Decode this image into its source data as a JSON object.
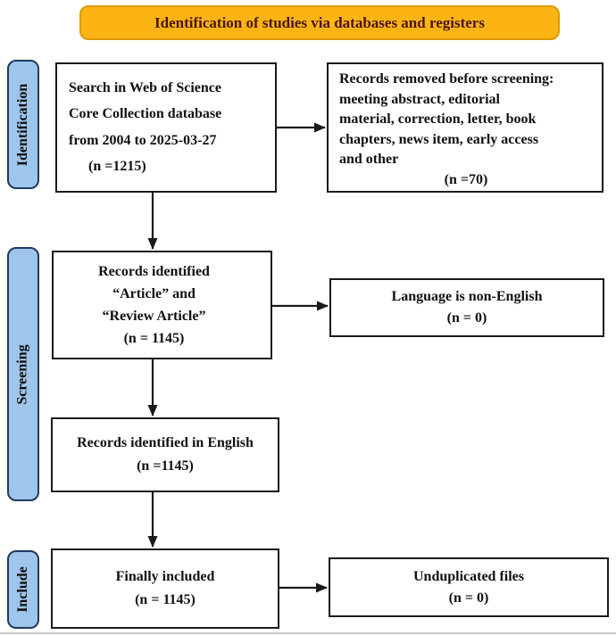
{
  "banner": {
    "title": "Identification of studies via databases and registers"
  },
  "stages": {
    "identification": "Identification",
    "screening": "Screening",
    "include": "Include"
  },
  "boxes": {
    "search": {
      "lines": [
        "Search in Web of Science",
        "Core Collection database",
        "from 2004 to 2025-03-27"
      ],
      "count": "(n =1215)"
    },
    "removed": {
      "lines": [
        "Records removed before screening:",
        "meeting abstract, editorial",
        "material, correction, letter, book",
        "chapters, news item, early access",
        "and other"
      ],
      "count": "(n =70)"
    },
    "identified": {
      "lines": [
        "Records identified",
        "“Article” and",
        "“Review Article”"
      ],
      "count": "(n = 1145)"
    },
    "language": {
      "text": "Language is non-English",
      "count": "(n = 0)"
    },
    "english": {
      "text": "Records identified in English",
      "count": "(n =1145)"
    },
    "final": {
      "text": "Finally included",
      "count": "(n = 1145)"
    },
    "unduplicated": {
      "text": "Unduplicated files",
      "count": "(n = 0)"
    }
  },
  "colors": {
    "banner_bg": "#FBB414",
    "banner_border": "#DE9B05",
    "banner_text": "#4A150C",
    "stage_bg": "#9FC5EB",
    "stage_border": "#1F3A5F",
    "box_border": "#1A1A1A",
    "arrow": "#1A1A1A"
  }
}
